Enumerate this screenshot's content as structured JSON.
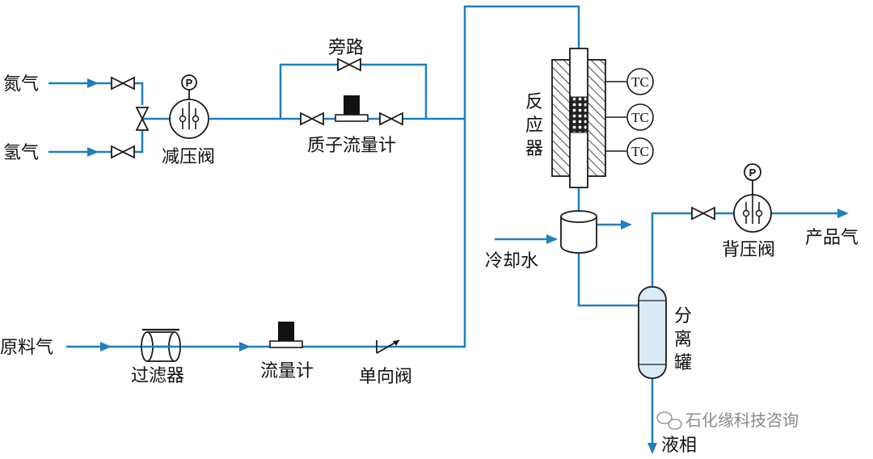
{
  "colors": {
    "pipe": "#1f7fbf",
    "outline": "#1a1a1a",
    "tank_fill": "#dcebf8",
    "catalyst": "#222222"
  },
  "labels": {
    "nitrogen": "氮气",
    "hydrogen": "氢气",
    "pressure_reducer": "减压阀",
    "bypass": "旁路",
    "proton_flowmeter": "质子流量计",
    "reactor": [
      "反",
      "应",
      "器"
    ],
    "thermocouple": "TC",
    "cooling_water": "冷却水",
    "back_pressure_valve": "背压阀",
    "product_gas": "产品气",
    "separator": [
      "分",
      "离",
      "罐"
    ],
    "liquid_phase": "液相",
    "feed_gas": "原料气",
    "filter": "过滤器",
    "flowmeter": "流量计",
    "check_valve": "单向阀",
    "gauge_symbol": "P"
  },
  "watermark": "石化缘科技咨询"
}
